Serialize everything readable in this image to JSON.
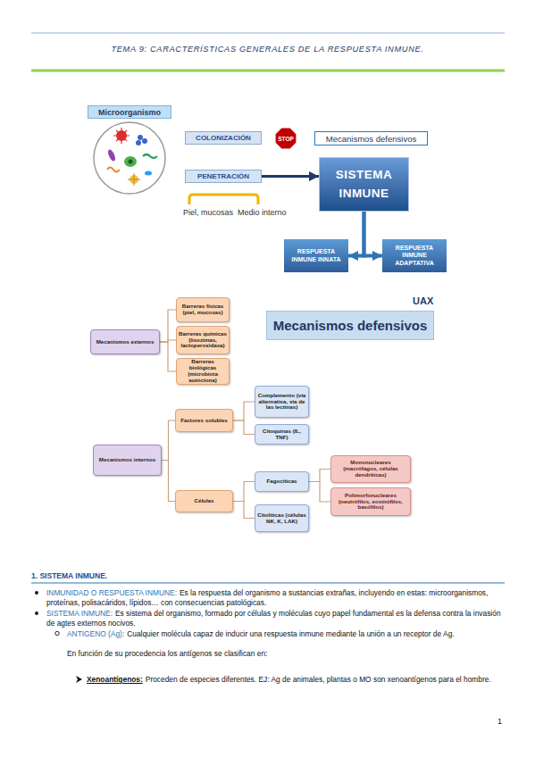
{
  "diagram": {
    "title": "TEMA 9: CARACTERÍSTICAS GENERALES DE LA RESPUESTA INMUNE.",
    "nodes": [
      {
        "text": [
          "Microorganismo"
        ]
      },
      {
        "text": [
          "COLONIZACIÓN"
        ]
      },
      {
        "text": [
          "STOP"
        ]
      },
      {
        "text": [
          "Mecanismos defensivos"
        ]
      },
      {
        "text": [
          "PENETRACIÓN"
        ]
      },
      {
        "text": [
          "SISTEMA INMUNE"
        ]
      },
      {
        "text": [
          "RESPUESTA INMUNE INNATA"
        ]
      },
      {
        "text": [
          "RESPUESTA INMUNE ADAPTATIVA"
        ]
      },
      {
        "text": [
          "Mecanismos defensivos"
        ]
      },
      {
        "text": [
          "Mecanismos externos"
        ]
      },
      {
        "text": [
          "Barreras físicas (piel, mucosas)"
        ]
      },
      {
        "text": [
          "Barreras químicas (lisozimas, lactoperoxidasa)"
        ]
      },
      {
        "text": [
          "Barreras biológicas (microbiota autóctona)"
        ]
      },
      {
        "text": [
          "Mecanismos internos"
        ]
      },
      {
        "text": [
          "Factores solubles"
        ]
      },
      {
        "text": [
          "Complemento (vía alternativa, vía de las lectinas)"
        ]
      },
      {
        "text": [
          "Citoquinas (IL, TNF)"
        ]
      },
      {
        "text": [
          "Células"
        ]
      },
      {
        "text": [
          "Fagocíticas"
        ]
      },
      {
        "text": [
          "Mononucleares (macrófagos, células dendríticas)"
        ]
      },
      {
        "text": [
          "Polimorfonucleares (neutrófilos, eosinófilos, basófilos)"
        ]
      },
      {
        "text": [
          "Citolíticas (células NK, K, LAK)"
        ]
      }
    ],
    "edges": [
      {
        "from": 4,
        "to": 5,
        "arrow": "to"
      },
      {
        "from": 5,
        "to": 6,
        "arrow": "to"
      },
      {
        "from": 5,
        "to": 7,
        "arrow": "to"
      },
      {
        "from": 9,
        "to": 10,
        "arrow": "none"
      },
      {
        "from": 9,
        "to": 11,
        "arrow": "none"
      },
      {
        "from": 9,
        "to": 12,
        "arrow": "none"
      },
      {
        "from": 13,
        "to": 14,
        "arrow": "none"
      },
      {
        "from": 13,
        "to": 17,
        "arrow": "none"
      },
      {
        "from": 14,
        "to": 15,
        "arrow": "none"
      },
      {
        "from": 14,
        "to": 16,
        "arrow": "none"
      },
      {
        "from": 17,
        "to": 18,
        "arrow": "none"
      },
      {
        "from": 17,
        "to": 21,
        "arrow": "none"
      },
      {
        "from": 18,
        "to": 19,
        "arrow": "none"
      },
      {
        "from": 18,
        "to": 20,
        "arrow": "none"
      }
    ],
    "labels": [
      "Piel, mucosas",
      "Medio interno",
      "UAX",
      "1. SISTEMA INMUNE.",
      "INMUNIDAD O RESPUESTA INMUNE:",
      "Es la respuesta del organismo a sustancias extrañas, incluyendo en estas: microorganismos, proteínas, polisacáridos, lípidos… con consecuencias patológicas.",
      "SISTEMA INMUNE:",
      "Es sistema del organismo, formado por células y moléculas cuyo papel fundamental es la defensa contra la invasión de agtes externos nocivos.",
      "ANTIGENO (Ag):",
      "Cualquier molécula capaz de inducir una respuesta inmune mediante la unión a un receptor de Ag.",
      "En función de su procedencia los antígenos se clasifican en:",
      "Xenoantígenos:",
      "Proceden de especies diferentes. EJ: Ag de animales, plantas o MO son xenoantígenos para el hombre.",
      "1"
    ]
  }
}
